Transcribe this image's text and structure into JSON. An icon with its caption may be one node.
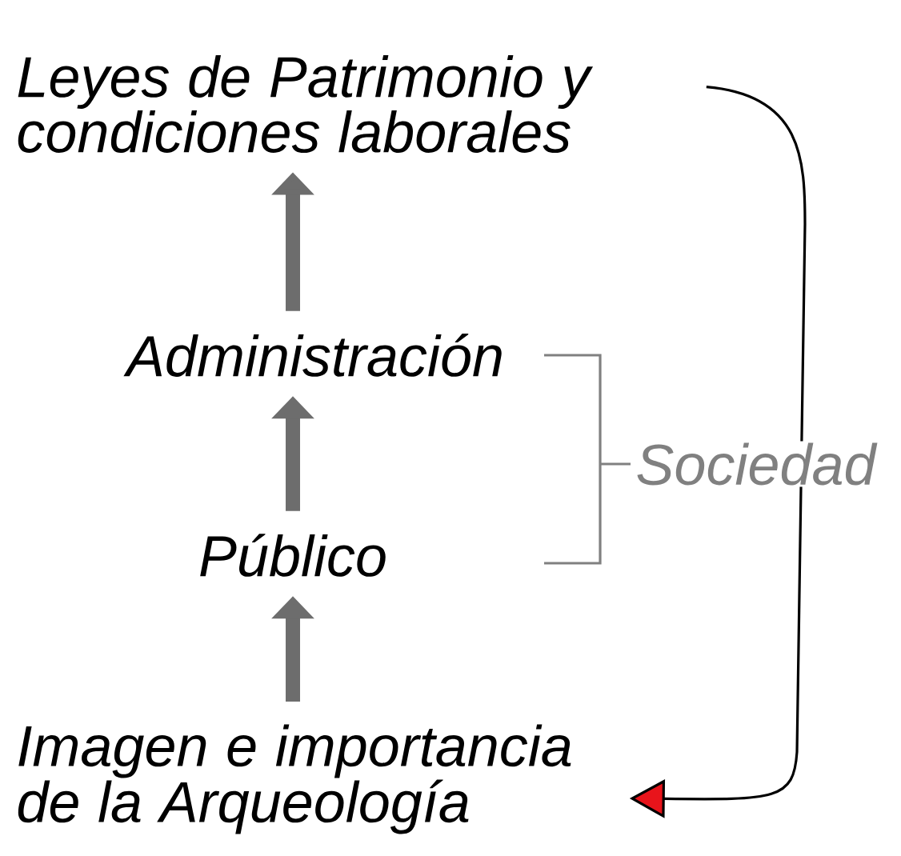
{
  "diagram": {
    "nodes": [
      {
        "text": [
          "Leyes de Patrimonio y condiciones laborales"
        ]
      },
      {
        "text": [
          "Administración"
        ]
      },
      {
        "text": [
          "Público"
        ]
      },
      {
        "text": [
          "Imagen e importancia de la Arqueología"
        ]
      }
    ],
    "edges": [
      {
        "from": 3,
        "to": 2,
        "arrow": "to"
      },
      {
        "from": 2,
        "to": 1,
        "arrow": "to"
      },
      {
        "from": 1,
        "to": 0,
        "arrow": "to"
      },
      {
        "from": 0,
        "to": 3,
        "arrow": "to",
        "color": "#000000"
      }
    ],
    "labels": [
      "Sociedad"
    ]
  }
}
